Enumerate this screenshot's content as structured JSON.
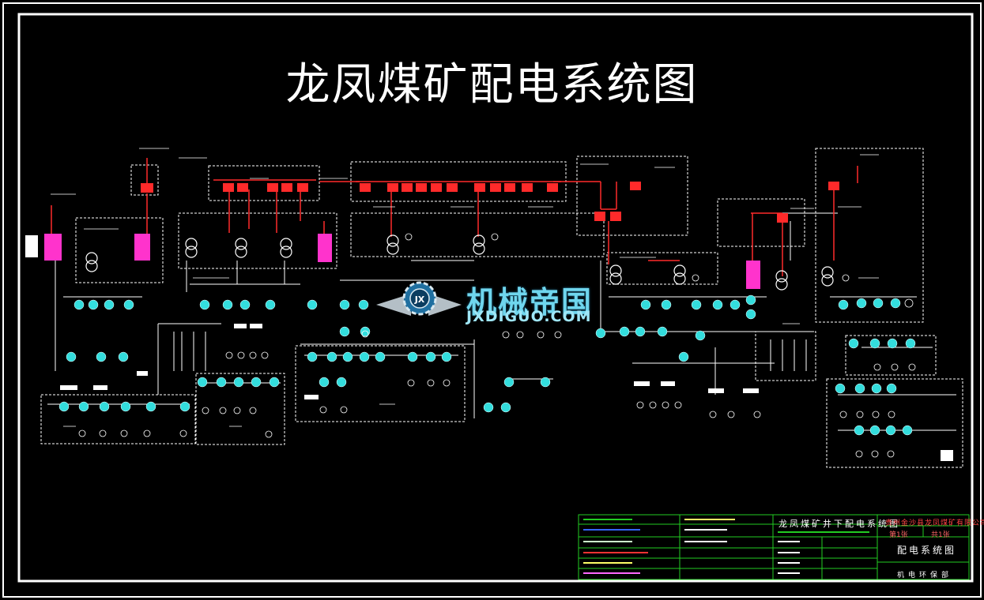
{
  "title": "龙凤煤矿配电系统图",
  "watermark": {
    "brand": "机械帝国",
    "url": "JXDIGUO.COM",
    "logo_text": "JX"
  },
  "title_block": {
    "drawing_title": "龙凤煤矿井下配电系统图",
    "company": "贵州金沙县龙凤煤矿有限公司",
    "sheet": "第1张",
    "total_sheets": "共1张",
    "drawing_name": "配电系统图",
    "department": "机电环保部"
  },
  "colors": {
    "background": "#000000",
    "frame": "#ffffff",
    "bus": "#ff2a2a",
    "cabinet": "#ff33cc",
    "switch": "#33dddd",
    "line": "#ffffff",
    "title_block_grid": "#22cc22"
  }
}
